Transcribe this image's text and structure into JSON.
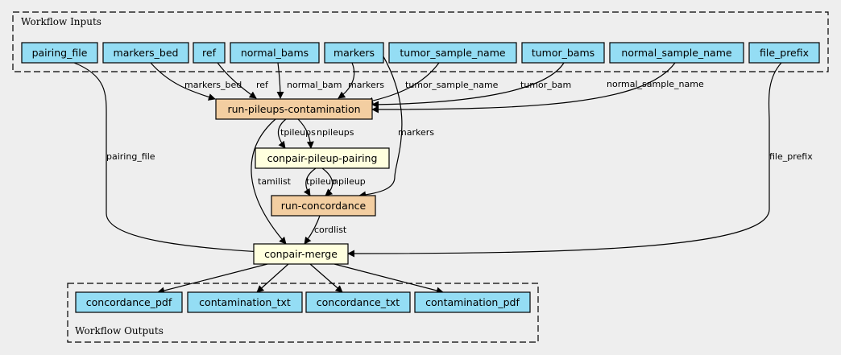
{
  "colors": {
    "background": "#eeeeee",
    "io_node": "#94ddf4",
    "step_node": "#f3cea1",
    "subworkflow_node": "#ffffde"
  },
  "clusters": {
    "inputs_label": "Workflow Inputs",
    "outputs_label": "Workflow Outputs"
  },
  "nodes": {
    "pairing_file": "pairing_file",
    "markers_bed": "markers_bed",
    "ref": "ref",
    "normal_bams": "normal_bams",
    "markers": "markers",
    "tumor_sample_name": "tumor_sample_name",
    "tumor_bams": "tumor_bams",
    "normal_sample_name": "normal_sample_name",
    "file_prefix": "file_prefix",
    "run_pileups": "run-pileups-contamination",
    "pileup_pairing": "conpair-pileup-pairing",
    "run_concordance": "run-concordance",
    "merge": "conpair-merge",
    "concordance_pdf": "concordance_pdf",
    "contamination_txt": "contamination_txt",
    "concordance_txt": "concordance_txt",
    "contamination_pdf": "contamination_pdf"
  },
  "edge_labels": {
    "markers_bed": "markers_bed",
    "ref": "ref",
    "normal_bam": "normal_bam",
    "markers": "markers",
    "tumor_sample_name": "tumor_sample_name",
    "tumor_bam": "tumor_bam",
    "normal_sample_name": "normal_sample_name",
    "pairing_file": "pairing_file",
    "file_prefix": "file_prefix",
    "markers_concordance": "markers",
    "tpileups": "tpileups",
    "npileups": "npileups",
    "tamilist": "tamilist",
    "tpileup": "tpileup",
    "npileup": "npileup",
    "cordlist": "cordlist"
  }
}
